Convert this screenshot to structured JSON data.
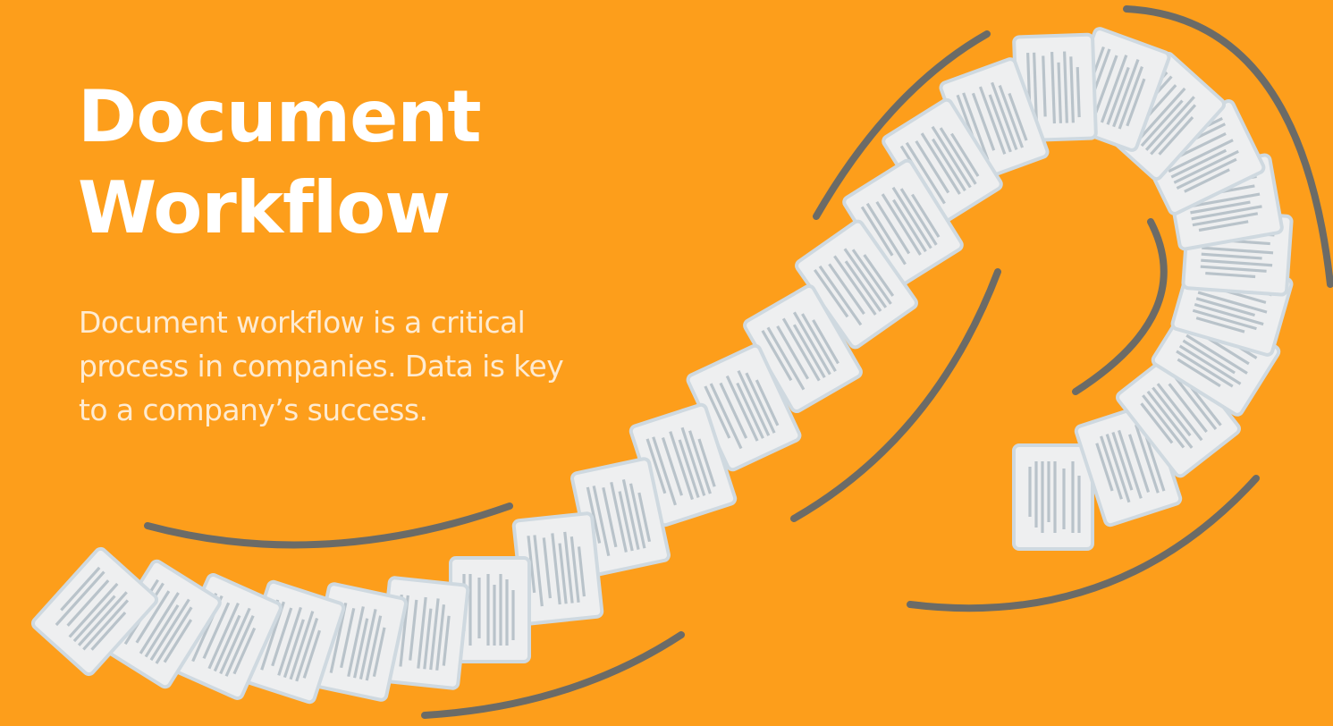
{
  "colors": {
    "background": "#fd9e1b",
    "heading": "#ffffff",
    "body_text": "#ffffff",
    "swoosh": "#6b6b67",
    "paper": "#eeeff0",
    "paper_outline": "#cfd9e0",
    "paper_lines": "#b9c3ca"
  },
  "hero": {
    "title_lines": [
      "Document",
      "Workflow"
    ],
    "description_lines": [
      "Document workflow is a critical",
      "process in companies. Data is key",
      "to a company’s success."
    ]
  },
  "illustration": {
    "subject": "stream of paper documents",
    "document_icon": "document-icon",
    "motion_icon": "motion-swoosh-icon"
  }
}
